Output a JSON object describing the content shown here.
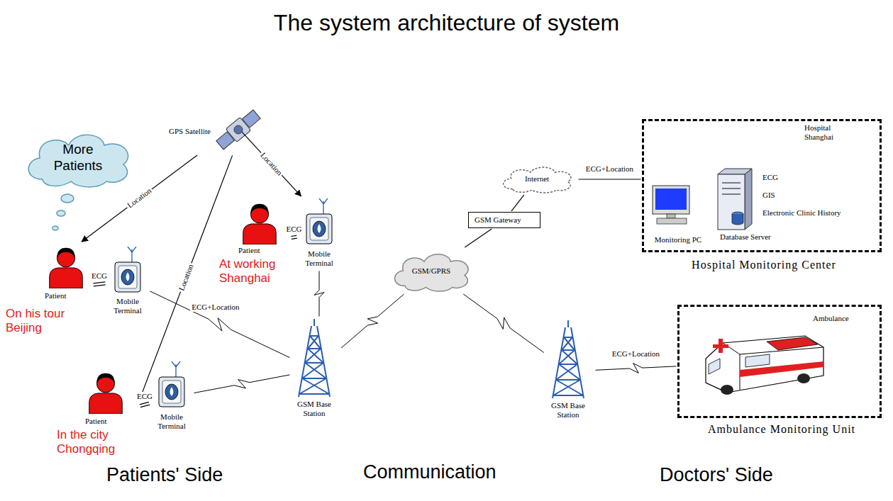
{
  "diagram": {
    "title": "The system architecture of system",
    "nodes": [
      {
        "text": [
          "GPS Satellite"
        ]
      },
      {
        "text": [
          "More Patients"
        ]
      },
      {
        "text": [
          "Patient",
          "On his tour Beijing"
        ]
      },
      {
        "text": [
          "Mobile Terminal"
        ]
      },
      {
        "text": [
          "Patient",
          "At working Shanghai"
        ]
      },
      {
        "text": [
          "Mobile Terminal"
        ]
      },
      {
        "text": [
          "Patient",
          "In the city Chongqing"
        ]
      },
      {
        "text": [
          "Mobile Terminal"
        ]
      },
      {
        "text": [
          "GSM Base Station"
        ]
      },
      {
        "text": [
          "GSM/GPRS"
        ]
      },
      {
        "text": [
          "GSM Gateway"
        ]
      },
      {
        "text": [
          "Internet"
        ]
      },
      {
        "text": [
          "Hospital Shanghai",
          "Hospital Monitoring Center"
        ]
      },
      {
        "text": [
          "Monitoring PC"
        ],
        "in": 12
      },
      {
        "text": [
          "ECG",
          "GIS",
          "Electronic Clinic History",
          "Database Server"
        ],
        "in": 12
      },
      {
        "text": [
          "GSM Base Station"
        ]
      },
      {
        "text": [
          "Ambulance",
          "Ambulance Monitoring Unit"
        ]
      }
    ],
    "edges": [
      {
        "from": 0,
        "to": 2,
        "label": "Location",
        "arrow": "to"
      },
      {
        "from": 0,
        "to": 5,
        "label": "Location",
        "arrow": "to"
      },
      {
        "from": 0,
        "to": 6,
        "label": "Location",
        "arrow": "to"
      },
      {
        "from": 2,
        "to": 3,
        "label": "ECG",
        "arrow": "none"
      },
      {
        "from": 4,
        "to": 5,
        "label": "ECG",
        "arrow": "none"
      },
      {
        "from": 6,
        "to": 7,
        "label": "ECG",
        "arrow": "none"
      },
      {
        "from": 3,
        "to": 8,
        "label": "ECG+Location",
        "arrow": "none"
      },
      {
        "from": 5,
        "to": 8,
        "arrow": "none"
      },
      {
        "from": 7,
        "to": 8,
        "arrow": "none"
      },
      {
        "from": 8,
        "to": 9,
        "arrow": "none"
      },
      {
        "from": 9,
        "to": 10,
        "arrow": "none"
      },
      {
        "from": 10,
        "to": 11,
        "arrow": "none"
      },
      {
        "from": 11,
        "to": 12,
        "label": "ECG+Location",
        "arrow": "none"
      },
      {
        "from": 9,
        "to": 15,
        "arrow": "none"
      },
      {
        "from": 15,
        "to": 16,
        "label": "ECG+Location",
        "arrow": "none"
      }
    ],
    "labels": [
      "Patients' Side",
      "Communication",
      "Doctors' Side"
    ]
  }
}
